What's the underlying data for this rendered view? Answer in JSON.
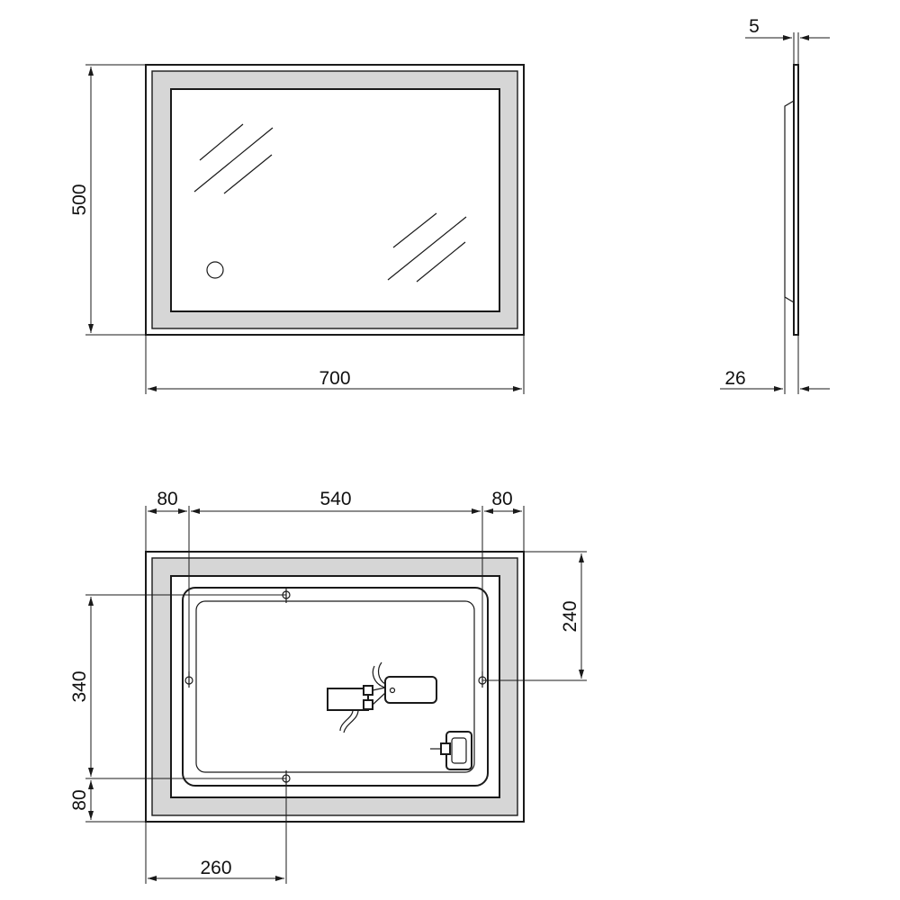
{
  "front_view": {
    "height_label": "500",
    "width_label": "700"
  },
  "side_view": {
    "glass_thickness_label": "5",
    "total_depth_label": "26"
  },
  "back_view": {
    "left_margin_label": "80",
    "hole_spacing_label": "540",
    "right_margin_label": "80",
    "side_hole_height_label": "240",
    "vertical_hole_spacing_label": "340",
    "bottom_margin_label": "80",
    "bottom_hole_offset_label": "260"
  }
}
